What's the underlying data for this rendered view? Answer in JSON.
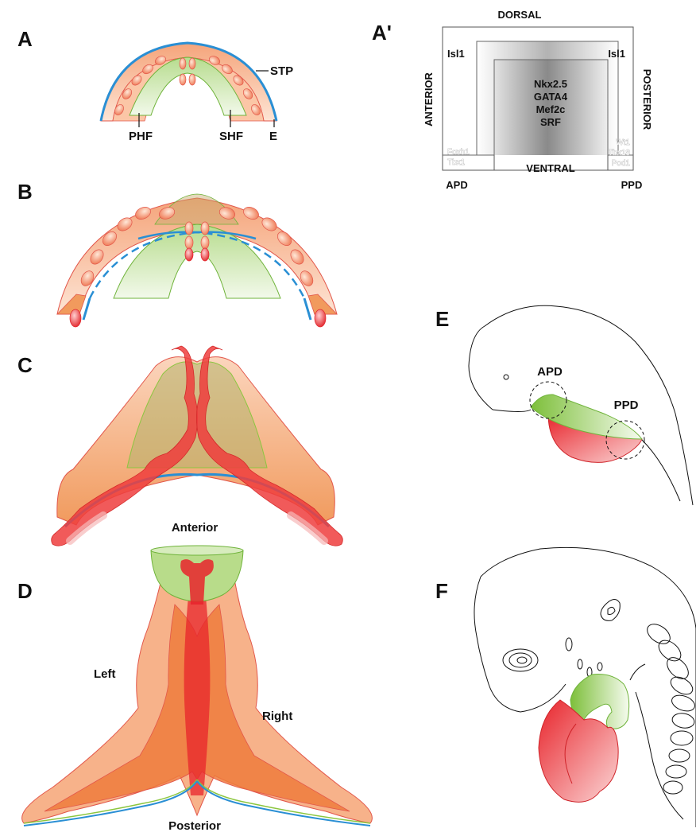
{
  "panels": {
    "A": "A",
    "A_prime": "A'",
    "B": "B",
    "C": "C",
    "D": "D",
    "E": "E",
    "F": "F"
  },
  "panel_A": {
    "stp": "STP",
    "phf": "PHF",
    "shf": "SHF",
    "e": "E"
  },
  "panel_A_prime": {
    "dorsal": "DORSAL",
    "ventral": "VENTRAL",
    "anterior": "ANTERIOR",
    "posterior": "POSTERIOR",
    "isl1_left": "Isl1",
    "isl1_right": "Isl1",
    "center_genes": [
      "Nkx2.5",
      "GATA4",
      "Mef2c",
      "SRF"
    ],
    "left_genes": [
      "Foxh1",
      "Tbx1"
    ],
    "right_genes": [
      "Wt1",
      "Tbx18",
      "Pod1"
    ],
    "apd": "APD",
    "ppd": "PPD"
  },
  "panel_D": {
    "anterior": "Anterior",
    "posterior": "Posterior",
    "left": "Left",
    "right": "Right"
  },
  "panel_E": {
    "apd": "APD",
    "ppd": "PPD"
  },
  "colors": {
    "field_orange": "#f6b98f",
    "heart_red": "#e8242b",
    "shf_green": "#8cc63f",
    "endoderm_blue": "#2a8fd4",
    "outline": "#e2564a"
  }
}
